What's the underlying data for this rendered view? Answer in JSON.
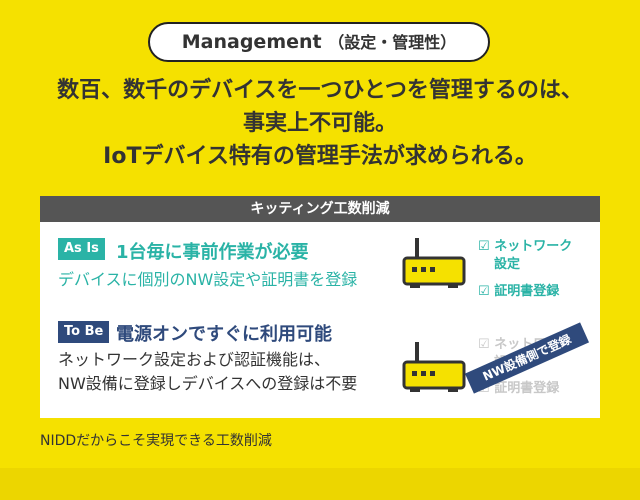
{
  "header": {
    "pill_main": "Management",
    "pill_sub": "（設定・管理性）",
    "headline_1": "数百、数千のデバイスを一つひとつを管理するのは、",
    "headline_2": "事実上不可能。",
    "headline_3": "IoTデバイス特有の管理手法が求められる。"
  },
  "panel": {
    "title": "キッティング工数削減",
    "as_is": {
      "badge": "As Is",
      "title": "1台毎に事前作業が必要",
      "desc": "デバイスに個別のNW設定や証明書を登録",
      "check_1a": "ネットワーク",
      "check_1b": "設定",
      "check_2": "証明書登録"
    },
    "to_be": {
      "badge": "To Be",
      "title": "電源オンですぐに利用可能",
      "desc_1": "ネットワーク設定および認証機能は、",
      "desc_2": "NW設備に登録しデバイスへの登録は不要",
      "check_1a": "ネットワーク",
      "check_1b": "設定",
      "check_2": "証明書登録",
      "stamp": "NW設備側で登録"
    }
  },
  "footer": {
    "text": "NIDDだからこそ実現できる工数削減"
  },
  "colors": {
    "yellow": "#f5e100",
    "teal": "#2ab3a6",
    "navy": "#2f4a7c",
    "gray": "#555555"
  },
  "icons": [
    "router-icon",
    "check-icon"
  ]
}
